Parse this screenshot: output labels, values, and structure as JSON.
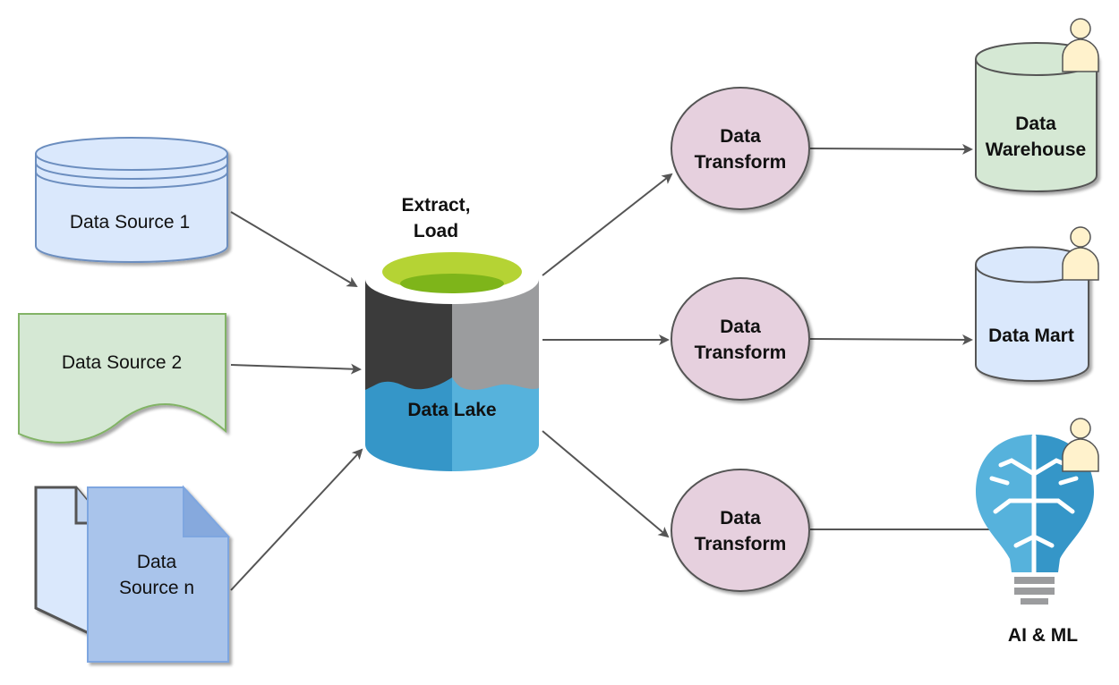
{
  "sources": {
    "source1": "Data Source 1",
    "source2": "Data Source 2",
    "sourceN_line1": "Data",
    "sourceN_line2": "Source n"
  },
  "lake": {
    "extract_line1": "Extract,",
    "extract_line2": "Load",
    "label": "Data Lake"
  },
  "transforms": [
    {
      "line1": "Data",
      "line2": "Transform"
    },
    {
      "line1": "Data",
      "line2": "Transform"
    },
    {
      "line1": "Data",
      "line2": "Transform"
    }
  ],
  "targets": {
    "warehouse_line1": "Data",
    "warehouse_line2": "Warehouse",
    "mart": "Data Mart",
    "ai": "AI & ML"
  },
  "colors": {
    "source1_fill": "#dae8fc",
    "source2_fill": "#d5e8d4",
    "sourceN_fill": "#a9c4eb",
    "transform_fill": "#e6d0de",
    "warehouse_fill": "#d5e8d4",
    "mart_fill": "#dae8fc",
    "lake_top": "#b5d334",
    "lake_dark": "#3b3b3b",
    "lake_grey": "#9b9c9e",
    "lake_blue_dark": "#3596c8",
    "lake_blue_light": "#56b2dc",
    "user_fill": "#fff2cc",
    "arrow": "#555555"
  },
  "icons": {
    "user": "user-icon",
    "brain": "brain-bulb-icon"
  }
}
